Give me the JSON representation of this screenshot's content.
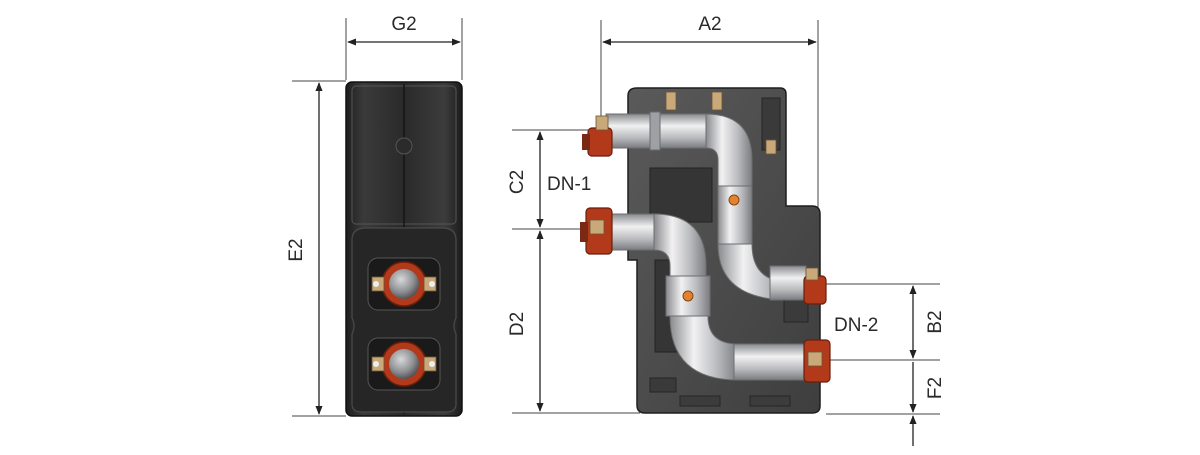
{
  "drawing": {
    "labels": {
      "g2": "G2",
      "e2": "E2",
      "a2": "A2",
      "c2": "C2",
      "d2": "D2",
      "b2": "B2",
      "f2": "F2",
      "dn1": "DN-1",
      "dn2": "DN-2"
    },
    "colors": {
      "housing": "#2e2e2e",
      "housing_light": "#4d4d4d",
      "pipe": "#c9cacc",
      "fitting": "#b23a1a",
      "valve_dot": "#e0822e",
      "dimension_line": "#222222"
    }
  }
}
